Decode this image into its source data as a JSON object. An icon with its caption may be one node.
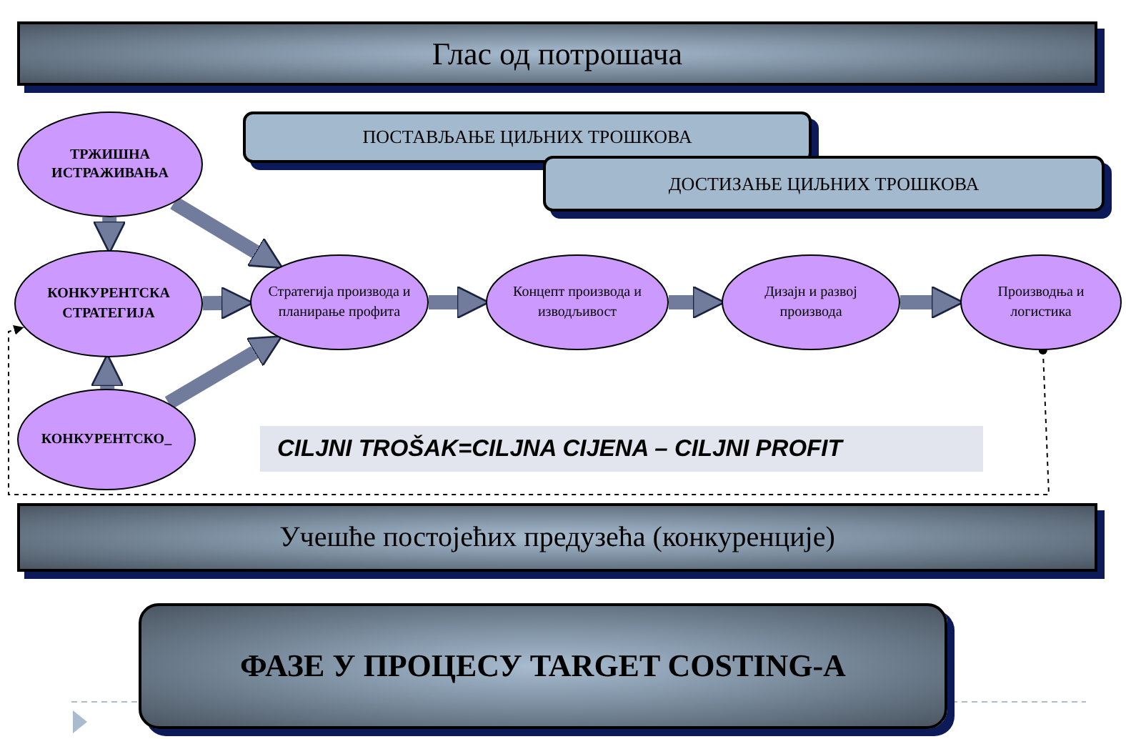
{
  "diagram": {
    "nodes": [
      {
        "text": [
          "Глас од потрошача"
        ]
      },
      {
        "text": [
          "ТРЖИШНА ИСТРАЖИВАЊА"
        ]
      },
      {
        "text": [
          "ПОСТАВЉАЊЕ ЦИЉНИХ ТРОШКОВА"
        ]
      },
      {
        "text": [
          "ДОСТИЗАЊЕ ЦИЉНИХ ТРОШКОВА"
        ]
      },
      {
        "text": [
          "КОНКУРЕНТСКА СТРАТЕГИЈА"
        ]
      },
      {
        "text": [
          "Стратегија производа и планирање профита"
        ]
      },
      {
        "text": [
          "Концепт производа и изводљивост"
        ]
      },
      {
        "text": [
          "Дизајн и развој производа"
        ]
      },
      {
        "text": [
          "Производња и логистика"
        ]
      },
      {
        "text": [
          "КОНКУРЕНТСКО_"
        ]
      },
      {
        "text": [
          "CILJNI TROŠAK=CILJNA CIJENA – CILJNI PROFIT"
        ]
      },
      {
        "text": [
          "Учешће постојећих предузећа (конкуренције)"
        ]
      },
      {
        "text": [
          "ФАЗЕ У ПРОЦЕСУ TARGET COSTING-A"
        ]
      }
    ],
    "edges": [
      {
        "from": 1,
        "to": 4,
        "arrow": "to"
      },
      {
        "from": 1,
        "to": 5,
        "arrow": "to"
      },
      {
        "from": 4,
        "to": 5,
        "arrow": "to"
      },
      {
        "from": 5,
        "to": 6,
        "arrow": "to"
      },
      {
        "from": 6,
        "to": 7,
        "arrow": "to"
      },
      {
        "from": 7,
        "to": 8,
        "arrow": "to"
      },
      {
        "from": 9,
        "to": 4,
        "arrow": "to"
      },
      {
        "from": 9,
        "to": 5,
        "arrow": "to"
      },
      {
        "from": 8,
        "to": 4,
        "arrow": "to",
        "style": "dashed",
        "color": "#000000"
      }
    ]
  }
}
